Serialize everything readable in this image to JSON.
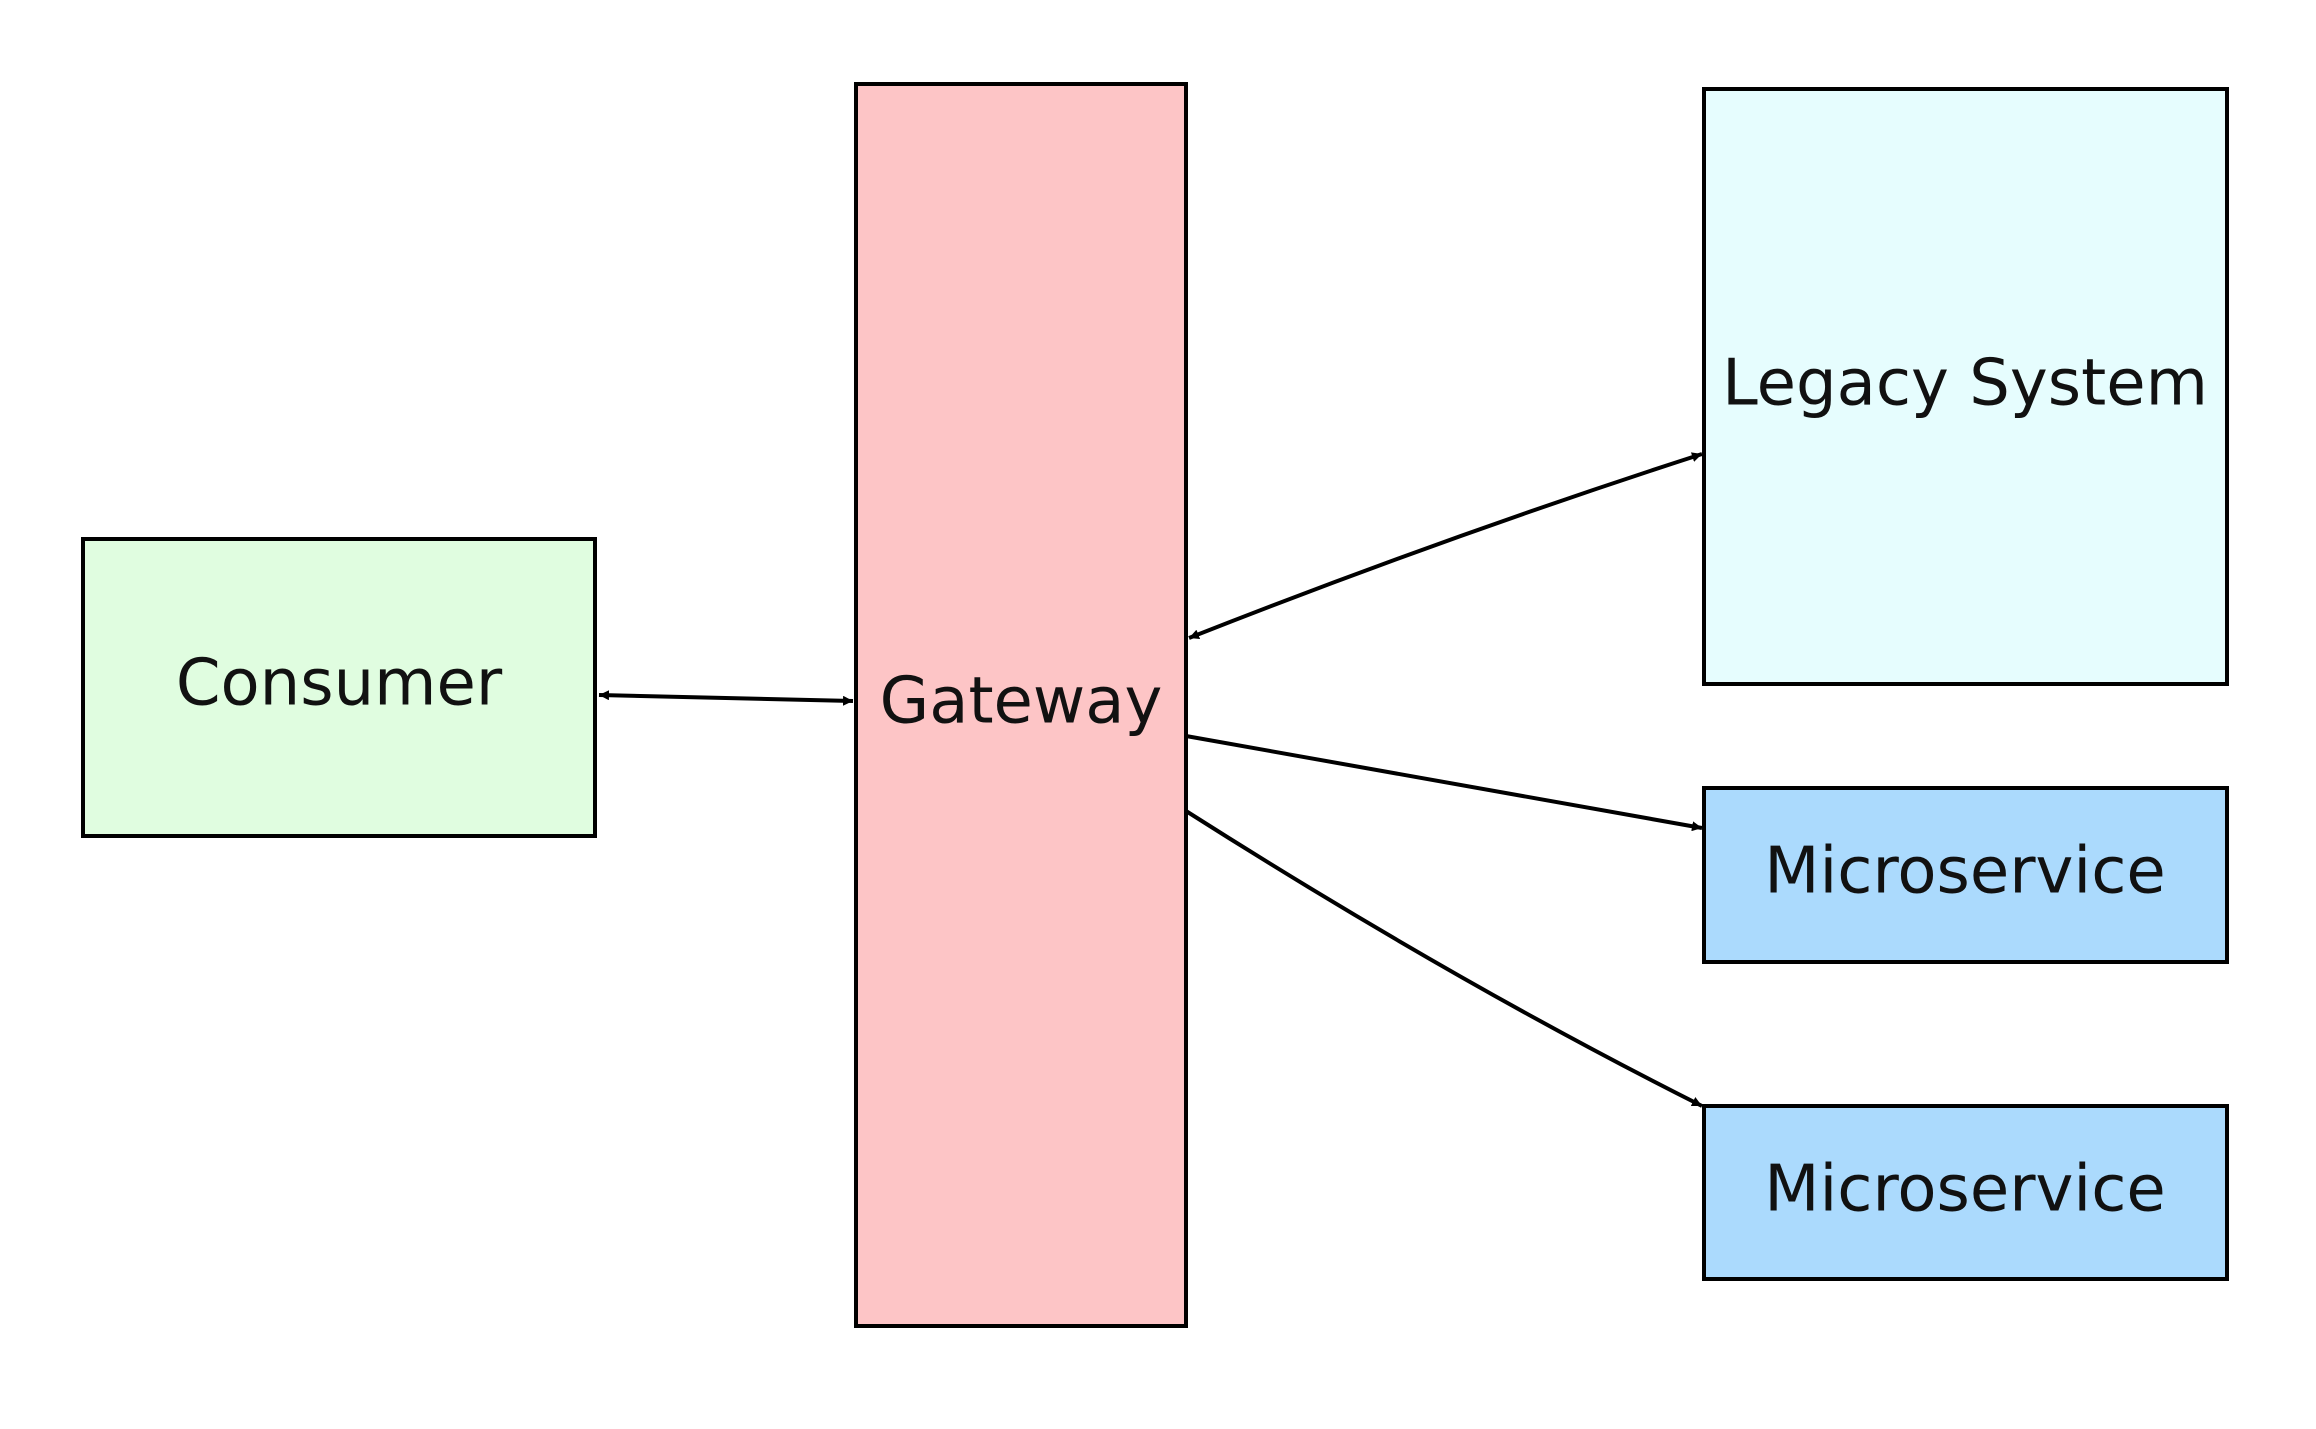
{
  "diagram": {
    "nodes": {
      "consumer": {
        "label": "Consumer",
        "fill": "#e0fde0"
      },
      "gateway": {
        "label": "Gateway",
        "fill": "#fdc5c6"
      },
      "legacy": {
        "label": "Legacy System",
        "fill": "#e6fdfe"
      },
      "microservice_1": {
        "label": "Microservice",
        "fill": "#abdafd"
      },
      "microservice_2": {
        "label": "Microservice",
        "fill": "#abdafd"
      }
    },
    "edges": [
      {
        "from": "consumer",
        "to": "gateway",
        "direction": "bidirectional"
      },
      {
        "from": "gateway",
        "to": "legacy",
        "direction": "bidirectional"
      },
      {
        "from": "gateway",
        "to": "microservice_1",
        "direction": "forward"
      },
      {
        "from": "gateway",
        "to": "microservice_2",
        "direction": "forward"
      }
    ]
  }
}
